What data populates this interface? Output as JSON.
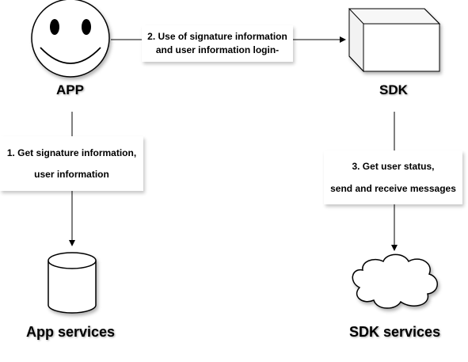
{
  "nodes": {
    "app": {
      "label": "APP"
    },
    "sdk": {
      "label": "SDK"
    },
    "app_services": {
      "label": "App services"
    },
    "sdk_services": {
      "label": "SDK services"
    }
  },
  "edges": {
    "step1": {
      "line1": "1. Get signature information,",
      "line2": "user information"
    },
    "step2": {
      "line1": "2. Use of signature information",
      "line2": "and user information login-"
    },
    "step3": {
      "line1": "3. Get user status,",
      "line2": "send and receive messages"
    }
  }
}
